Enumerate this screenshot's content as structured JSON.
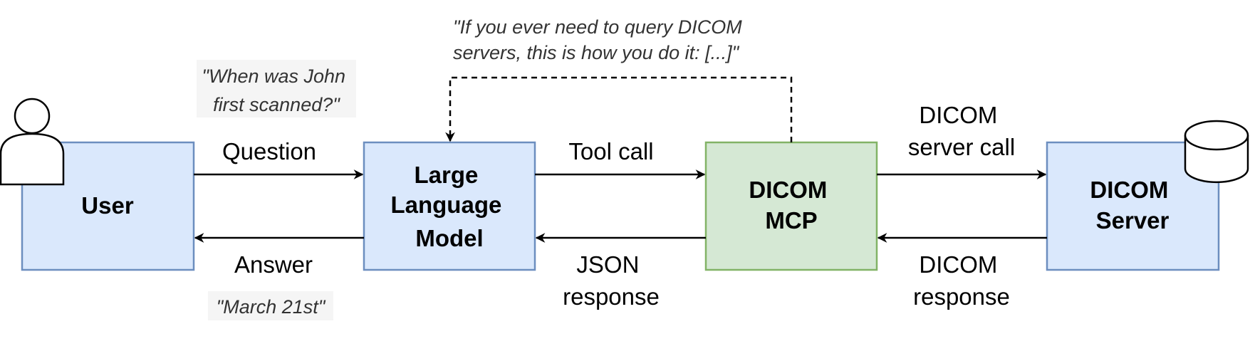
{
  "nodes": {
    "user": {
      "label": [
        "User"
      ]
    },
    "llm": {
      "label": [
        "Large",
        "Language",
        "Model"
      ]
    },
    "mcp": {
      "label": [
        "DICOM",
        "MCP"
      ]
    },
    "server": {
      "label": [
        "DICOM",
        "Server"
      ]
    }
  },
  "edges": {
    "question": {
      "label": [
        "Question"
      ]
    },
    "answer": {
      "label": [
        "Answer"
      ]
    },
    "tool_call": {
      "label": [
        "Tool call"
      ]
    },
    "json_response": {
      "label": [
        "JSON",
        "response"
      ]
    },
    "server_call": {
      "label": [
        "DICOM",
        "server call"
      ]
    },
    "dicom_response": {
      "label": [
        "DICOM",
        "response"
      ]
    }
  },
  "quotes": {
    "question": [
      "\"When was John",
      "first scanned?\""
    ],
    "answer": [
      "\"March 21st\""
    ],
    "instructions": [
      "\"If you ever need to query DICOM",
      "servers, this is how you do it: [...]\""
    ]
  },
  "colors": {
    "blue_fill": "#dae8fc",
    "blue_stroke": "#6c8ebf",
    "green_fill": "#d5e8d4",
    "green_stroke": "#82b366",
    "quote_bg": "#f5f5f5",
    "quote_text": "#333333"
  },
  "icons": {
    "user": "person-icon",
    "server": "database-cylinder-icon"
  }
}
